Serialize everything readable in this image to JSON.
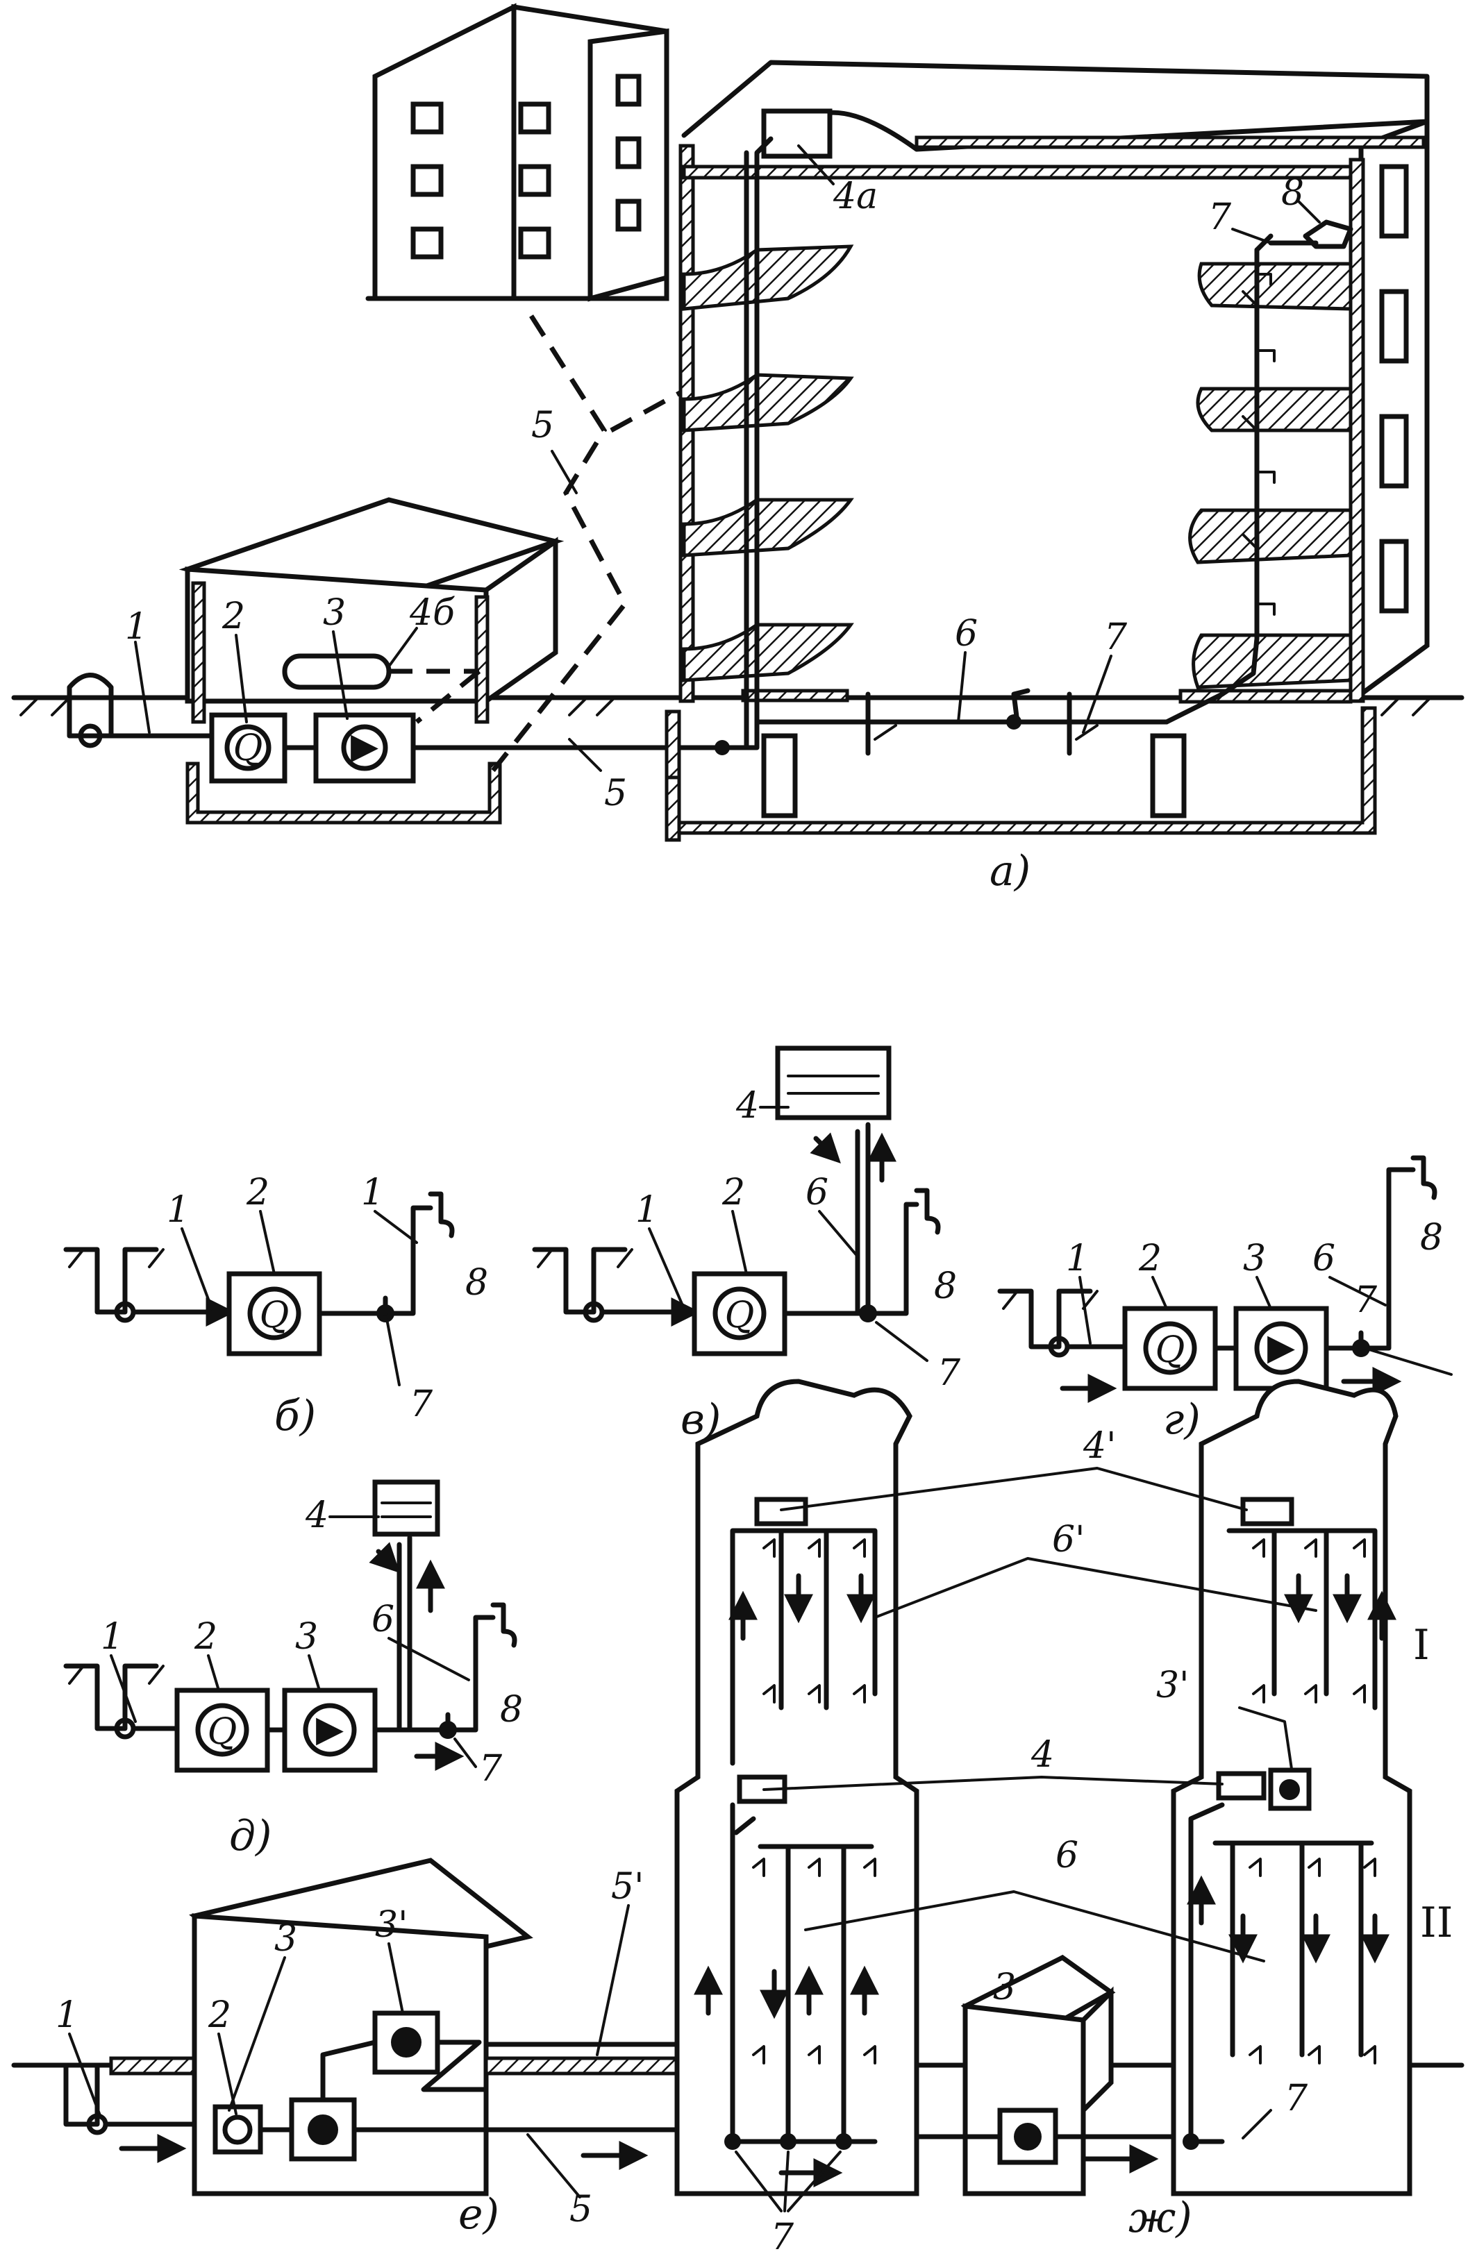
{
  "labels": {
    "fig_a": {
      "n1": "1",
      "n2": "2",
      "n3": "3",
      "n4a": "4а",
      "n4b": "4б",
      "n5_top": "5",
      "n5_bot": "5",
      "n6": "6",
      "n7_top": "7",
      "n7_bot": "7",
      "n8": "8",
      "caption": "а)"
    },
    "fig_b": {
      "n1a": "1",
      "n1b": "1",
      "n2": "2",
      "n7": "7",
      "n8": "8",
      "caption": "б)"
    },
    "fig_v": {
      "n1": "1",
      "n2": "2",
      "n4": "4",
      "n6": "6",
      "n7": "7",
      "n8": "8",
      "caption": "в)"
    },
    "fig_g": {
      "n1": "1",
      "n2": "2",
      "n3": "3",
      "n6": "6",
      "n7": "7",
      "n8": "8",
      "caption": "г)"
    },
    "fig_d": {
      "n1": "1",
      "n2": "2",
      "n3": "3",
      "n4": "4",
      "n6": "6",
      "n7": "7",
      "n8": "8",
      "caption": "д)"
    },
    "fig_e": {
      "n1": "1",
      "n2": "2",
      "n3": "3",
      "n3p": "3'",
      "n5": "5",
      "n5p": "5'",
      "caption": "е)"
    },
    "fig_zh": {
      "n3": "3",
      "n3p": "3'",
      "n4": "4",
      "n4p": "4'",
      "n6": "6",
      "n6p": "6'",
      "n7_bottom": "7",
      "n7_right": "7",
      "zone1": "I",
      "zone2": "II",
      "caption": "ж)"
    }
  },
  "symbols": {
    "meter": "Q",
    "pump": "▶"
  },
  "colors": {
    "ink": "#111111",
    "paper": "#ffffff"
  }
}
